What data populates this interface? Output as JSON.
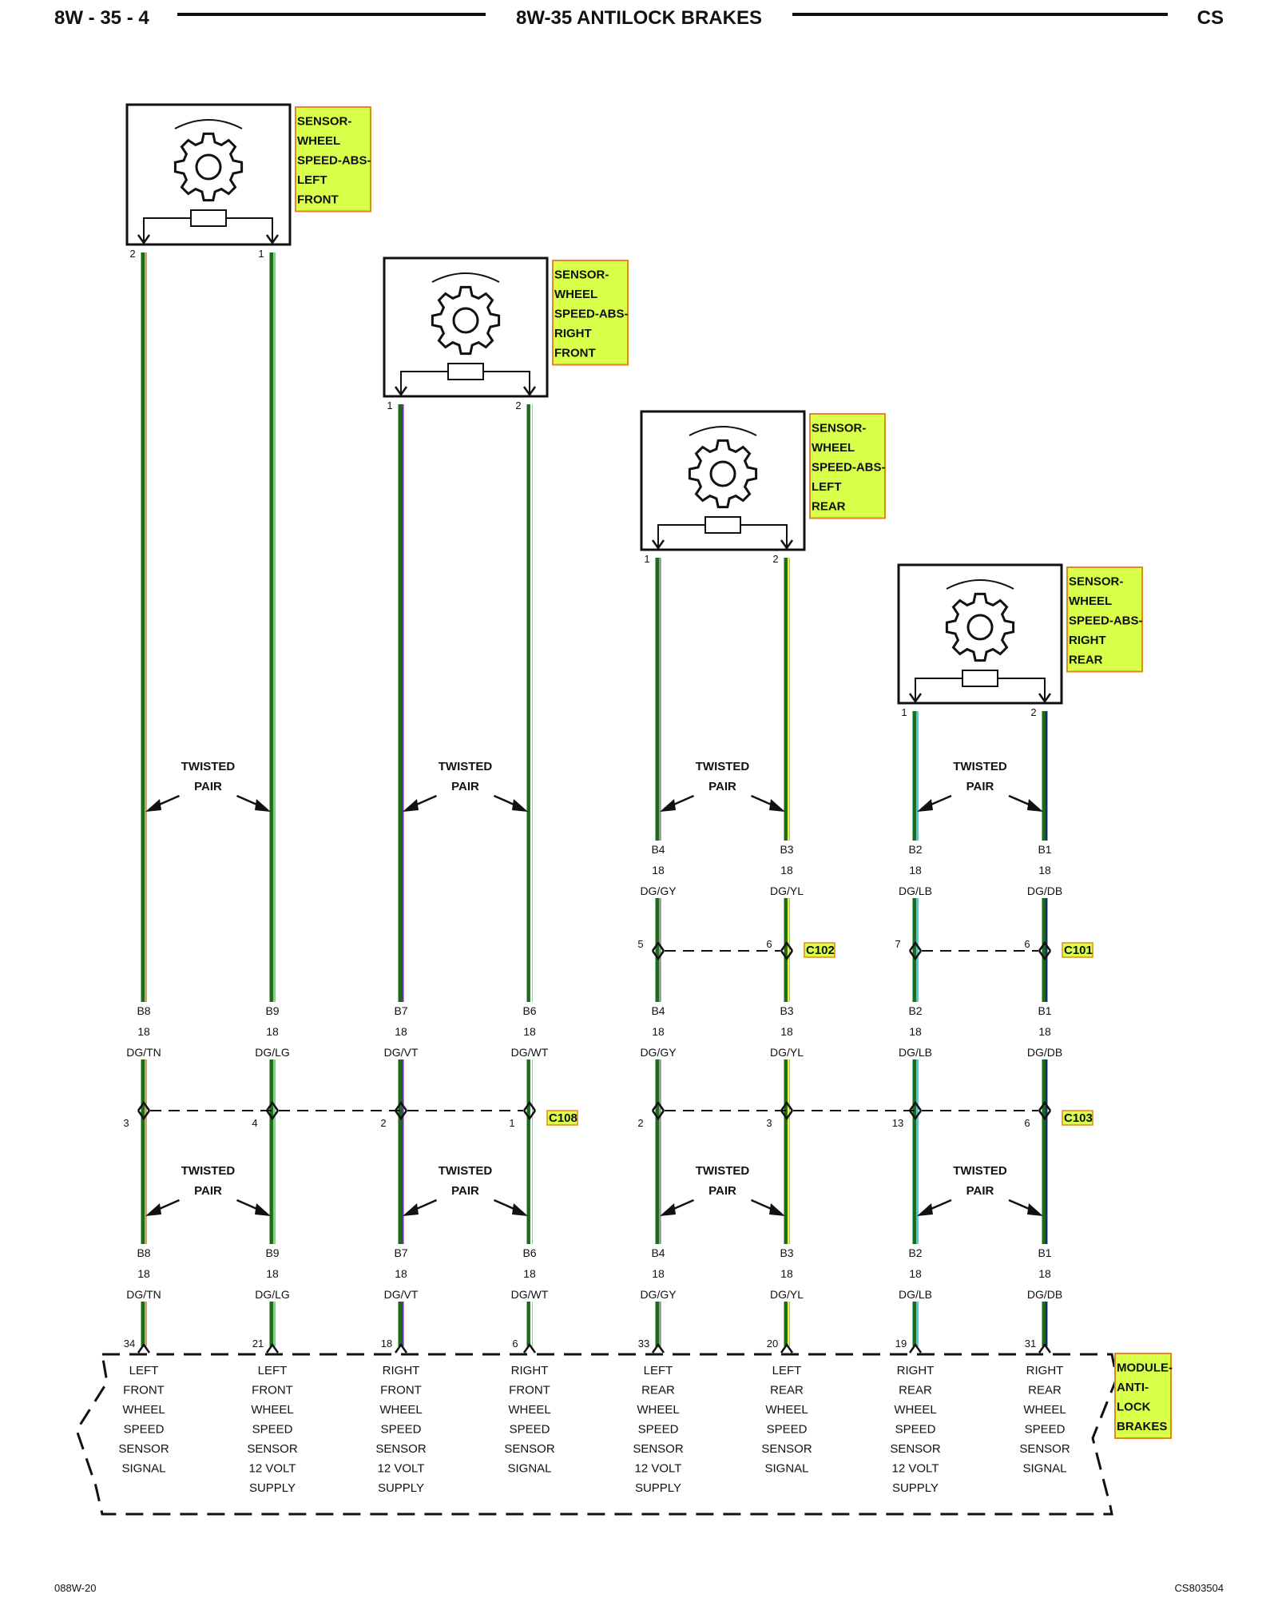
{
  "header": {
    "page_code": "8W - 35 - 4",
    "title": "8W-35 ANTILOCK BRAKES",
    "model": "CS"
  },
  "sensors": [
    {
      "label": [
        "SENSOR-",
        "WHEEL",
        "SPEED-ABS-",
        "LEFT",
        "FRONT"
      ],
      "pins": [
        "2",
        "1"
      ]
    },
    {
      "label": [
        "SENSOR-",
        "WHEEL",
        "SPEED-ABS-",
        "RIGHT",
        "FRONT"
      ],
      "pins": [
        "1",
        "2"
      ]
    },
    {
      "label": [
        "SENSOR-",
        "WHEEL",
        "SPEED-ABS-",
        "LEFT",
        "REAR"
      ],
      "pins": [
        "1",
        "2"
      ]
    },
    {
      "label": [
        "SENSOR-",
        "WHEEL",
        "SPEED-ABS-",
        "RIGHT",
        "REAR"
      ],
      "pins": [
        "1",
        "2"
      ]
    }
  ],
  "twisted_pair_label": [
    "TWISTED",
    "PAIR"
  ],
  "wire_colors": {
    "green": "#1a6b1a",
    "tan": "#caa25a",
    "light_green": "#7ed87e",
    "violet": "#6a2fa0",
    "white": "#ffffff",
    "gray": "#9a9a9a",
    "yellow": "#f2ee3a",
    "light_blue": "#46c8e0",
    "dark_blue": "#1a2a6e",
    "label_bg": "#d8ff4a",
    "label_border": "#e08a1a"
  },
  "wires": [
    {
      "circuit": "B8",
      "gauge": "18",
      "color": "DG/TN",
      "stripe": "#caa25a",
      "c108_pin": "3",
      "module_pin": "34"
    },
    {
      "circuit": "B9",
      "gauge": "18",
      "color": "DG/LG",
      "stripe": "#7ed87e",
      "c108_pin": "4",
      "module_pin": "21"
    },
    {
      "circuit": "B7",
      "gauge": "18",
      "color": "DG/VT",
      "stripe": "#6a2fa0",
      "c108_pin": "2",
      "module_pin": "18"
    },
    {
      "circuit": "B6",
      "gauge": "18",
      "color": "DG/WT",
      "stripe": "#ffffff",
      "c108_pin": "1",
      "module_pin": "6"
    },
    {
      "circuit": "B4",
      "gauge": "18",
      "color": "DG/GY",
      "stripe": "#9a9a9a",
      "upper_pin": "5",
      "c103_pin": "2",
      "module_pin": "33"
    },
    {
      "circuit": "B3",
      "gauge": "18",
      "color": "DG/YL",
      "stripe": "#f2ee3a",
      "upper_pin": "6",
      "c103_pin": "3",
      "module_pin": "20"
    },
    {
      "circuit": "B2",
      "gauge": "18",
      "color": "DG/LB",
      "stripe": "#46c8e0",
      "upper_pin": "7",
      "c103_pin": "13",
      "module_pin": "19"
    },
    {
      "circuit": "B1",
      "gauge": "18",
      "color": "DG/DB",
      "stripe": "#1a2a6e",
      "upper_pin": "6",
      "c103_pin": "6",
      "module_pin": "31"
    }
  ],
  "connectors": {
    "c102": "C102",
    "c101": "C101",
    "c108": "C108",
    "c103": "C103"
  },
  "module": {
    "label": [
      "MODULE-",
      "ANTI-",
      "LOCK",
      "BRAKES"
    ],
    "functions": [
      [
        "LEFT",
        "FRONT",
        "WHEEL",
        "SPEED",
        "SENSOR",
        "SIGNAL"
      ],
      [
        "LEFT",
        "FRONT",
        "WHEEL",
        "SPEED",
        "SENSOR",
        "12 VOLT",
        "SUPPLY"
      ],
      [
        "RIGHT",
        "FRONT",
        "WHEEL",
        "SPEED",
        "SENSOR",
        "12 VOLT",
        "SUPPLY"
      ],
      [
        "RIGHT",
        "FRONT",
        "WHEEL",
        "SPEED",
        "SENSOR",
        "SIGNAL"
      ],
      [
        "LEFT",
        "REAR",
        "WHEEL",
        "SPEED",
        "SENSOR",
        "12 VOLT",
        "SUPPLY"
      ],
      [
        "LEFT",
        "REAR",
        "WHEEL",
        "SPEED",
        "SENSOR",
        "SIGNAL"
      ],
      [
        "RIGHT",
        "REAR",
        "WHEEL",
        "SPEED",
        "SENSOR",
        "12 VOLT",
        "SUPPLY"
      ],
      [
        "RIGHT",
        "REAR",
        "WHEEL",
        "SPEED",
        "SENSOR",
        "SIGNAL"
      ]
    ]
  },
  "footer": {
    "left": "088W-20",
    "right": "CS803504"
  }
}
